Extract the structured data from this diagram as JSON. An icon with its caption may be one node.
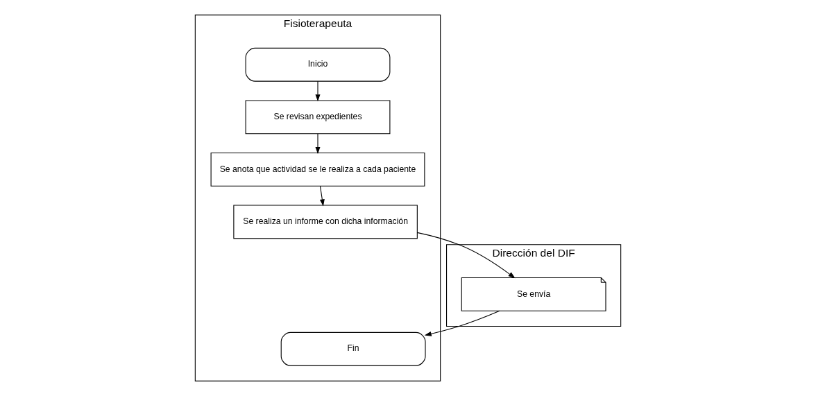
{
  "diagram": {
    "nodes": [
      {
        "text": [
          "Fisioterapeuta"
        ]
      },
      {
        "text": [
          "Dirección del DIF"
        ]
      },
      {
        "text": [
          "Inicio"
        ],
        "in": 0
      },
      {
        "text": [
          "Se revisan expedientes"
        ],
        "in": 0
      },
      {
        "text": [
          "Se anota que actividad se le realiza a cada paciente"
        ],
        "in": 0
      },
      {
        "text": [
          "Se realiza un informe con dicha información"
        ],
        "in": 0
      },
      {
        "text": [
          "Se envía"
        ],
        "in": 1
      },
      {
        "text": [
          "Fin"
        ],
        "in": 0
      }
    ],
    "edges": [
      {
        "from": 2,
        "to": 3,
        "arrow": "to"
      },
      {
        "from": 3,
        "to": 4,
        "arrow": "to"
      },
      {
        "from": 4,
        "to": 5,
        "arrow": "to"
      },
      {
        "from": 5,
        "to": 6,
        "arrow": "to"
      },
      {
        "from": 6,
        "to": 7,
        "arrow": "to"
      }
    ]
  }
}
